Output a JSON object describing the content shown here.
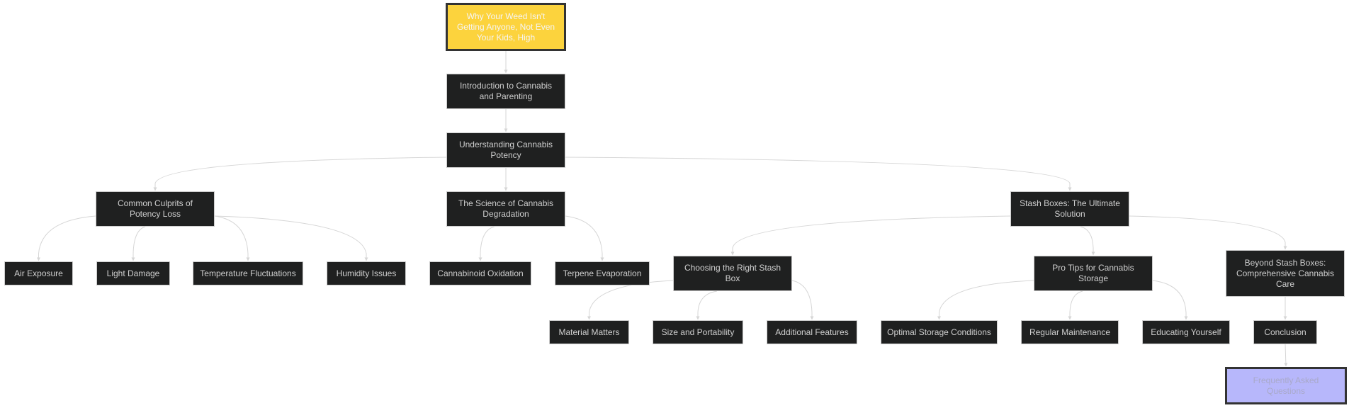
{
  "diagram": {
    "type": "flowchart",
    "colors": {
      "node_fill": "#1f2020",
      "node_text": "#cfcfcf",
      "edge": "#d6d6d6",
      "start_fill": "#fcd33d",
      "start_border": "#333333",
      "end_fill": "#b7b7fb"
    },
    "nodes": {
      "start": "Why Your Weed Isn't Getting Anyone, Not Even Your Kids, High",
      "intro": "Introduction to Cannabis and Parenting",
      "potency": "Understanding Cannabis Potency",
      "culprits": "Common Culprits of Potency Loss",
      "science": "The Science of Cannabis Degradation",
      "stash": "Stash Boxes: The Ultimate Solution",
      "air": "Air Exposure",
      "light": "Light Damage",
      "temp": "Temperature Fluctuations",
      "humidity": "Humidity Issues",
      "cannabinoid": "Cannabinoid Oxidation",
      "terpene": "Terpene Evaporation",
      "choosing": "Choosing the Right Stash Box",
      "protips": "Pro Tips for Cannabis Storage",
      "beyond": "Beyond Stash Boxes: Comprehensive Cannabis Care",
      "material": "Material Matters",
      "size": "Size and Portability",
      "features": "Additional Features",
      "optimal": "Optimal Storage Conditions",
      "maintenance": "Regular Maintenance",
      "educating": "Educating Yourself",
      "conclusion": "Conclusion",
      "faq": "Frequently Asked Questions"
    },
    "edges": [
      [
        "start",
        "intro"
      ],
      [
        "intro",
        "potency"
      ],
      [
        "potency",
        "culprits"
      ],
      [
        "potency",
        "science"
      ],
      [
        "potency",
        "stash"
      ],
      [
        "culprits",
        "air"
      ],
      [
        "culprits",
        "light"
      ],
      [
        "culprits",
        "temp"
      ],
      [
        "culprits",
        "humidity"
      ],
      [
        "science",
        "cannabinoid"
      ],
      [
        "science",
        "terpene"
      ],
      [
        "stash",
        "choosing"
      ],
      [
        "stash",
        "protips"
      ],
      [
        "stash",
        "beyond"
      ],
      [
        "choosing",
        "material"
      ],
      [
        "choosing",
        "size"
      ],
      [
        "choosing",
        "features"
      ],
      [
        "protips",
        "optimal"
      ],
      [
        "protips",
        "maintenance"
      ],
      [
        "protips",
        "educating"
      ],
      [
        "beyond",
        "conclusion"
      ],
      [
        "conclusion",
        "faq"
      ]
    ]
  }
}
